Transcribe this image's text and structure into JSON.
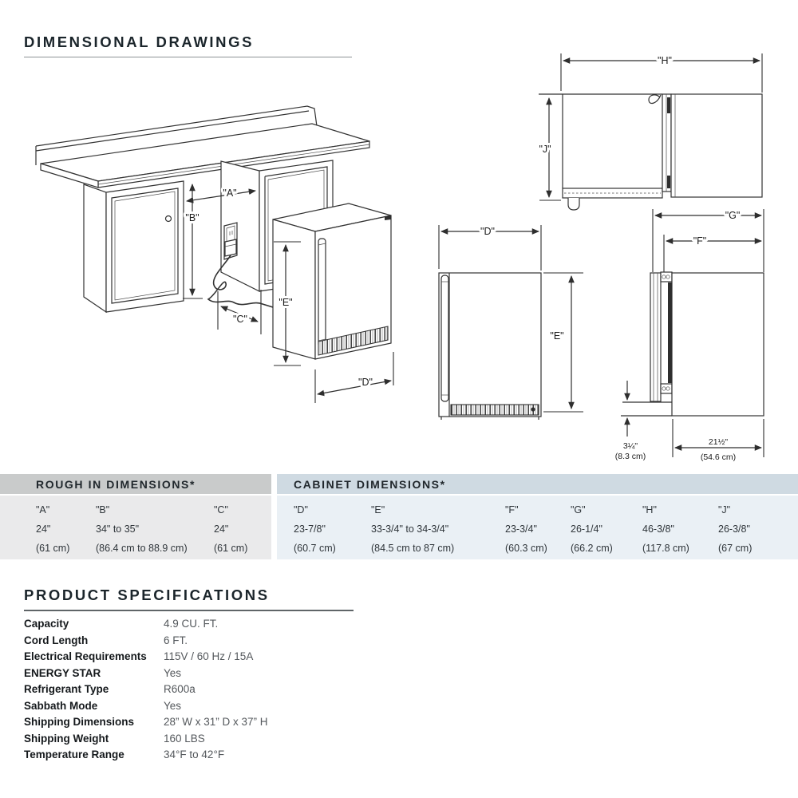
{
  "header": {
    "title": "DIMENSIONAL DRAWINGS"
  },
  "drawings": {
    "dims": {
      "A": "\"A\"",
      "B": "\"B\"",
      "C": "\"C\"",
      "D": "\"D\"",
      "E": "\"E\"",
      "F": "\"F\"",
      "G": "\"G\"",
      "H": "\"H\"",
      "J": "\"J\""
    },
    "side_view": {
      "foot_in": "3¼\"",
      "foot_cm": "(8.3 cm)",
      "depth_in": "21½\"",
      "depth_cm": "(54.6 cm)"
    }
  },
  "rough_in_table": {
    "title": "ROUGH IN DIMENSIONS*",
    "columns": [
      {
        "label": "\"A\"",
        "inches": "24\"",
        "cm": "(61 cm)"
      },
      {
        "label": "\"B\"",
        "inches": "34\" to 35\"",
        "cm": "(86.4 cm to 88.9 cm)"
      },
      {
        "label": "\"C\"",
        "inches": "24\"",
        "cm": "(61 cm)"
      }
    ]
  },
  "cabinet_table": {
    "title": "CABINET DIMENSIONS*",
    "columns": [
      {
        "label": "\"D\"",
        "inches": "23-7/8\"",
        "cm": "(60.7 cm)"
      },
      {
        "label": "\"E\"",
        "inches": "33-3/4\" to 34-3/4\"",
        "cm": "(84.5 cm to 87 cm)"
      },
      {
        "label": "\"F\"",
        "inches": "23-3/4\"",
        "cm": "(60.3 cm)"
      },
      {
        "label": "\"G\"",
        "inches": "26-1/4\"",
        "cm": "(66.2 cm)"
      },
      {
        "label": "\"H\"",
        "inches": "46-3/8\"",
        "cm": "(117.8 cm)"
      },
      {
        "label": "\"J\"",
        "inches": "26-3/8\"",
        "cm": "(67 cm)"
      }
    ]
  },
  "specs": {
    "title": "PRODUCT SPECIFICATIONS",
    "rows": [
      {
        "label": "Capacity",
        "value": "4.9 CU. FT."
      },
      {
        "label": "Cord Length",
        "value": "6 FT."
      },
      {
        "label": "Electrical Requirements",
        "value": "115V / 60 Hz / 15A"
      },
      {
        "label": "ENERGY STAR",
        "value": "Yes"
      },
      {
        "label": "Refrigerant Type",
        "value": "R600a"
      },
      {
        "label": "Sabbath Mode",
        "value": "Yes"
      },
      {
        "label": "Shipping Dimensions",
        "value": "28” W x 31” D x 37” H"
      },
      {
        "label": "Shipping Weight",
        "value": "160 LBS"
      },
      {
        "label": "Temperature Range",
        "value": "34°F to 42°F"
      }
    ]
  }
}
